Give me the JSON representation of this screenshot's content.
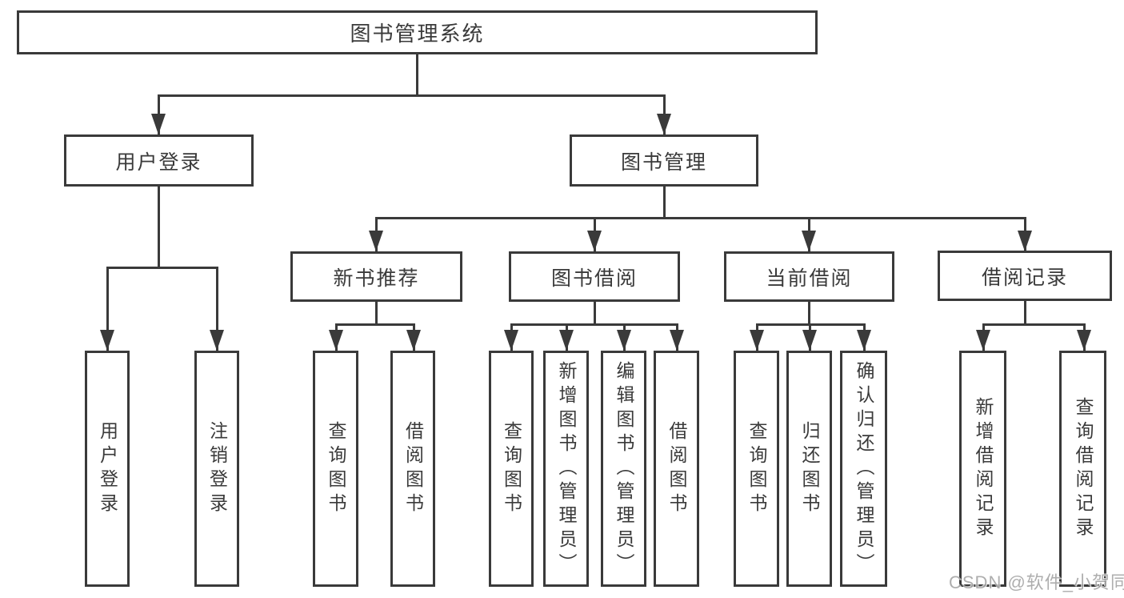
{
  "diagram": {
    "title": "图书管理系统",
    "level2": {
      "user_login": "用户登录",
      "book_mgmt": "图书管理"
    },
    "level3": {
      "new_books": "新书推荐",
      "book_borrow": "图书借阅",
      "current_borrow": "当前借阅",
      "borrow_record": "借阅记录"
    },
    "leaves": {
      "user_login": [
        "用户登录",
        "注销登录"
      ],
      "new_books": [
        "查询图书",
        "借阅图书"
      ],
      "book_borrow": [
        "查询图书",
        "新增图书（管理员）",
        "编辑图书（管理员）",
        "借阅图书"
      ],
      "current_borrow": [
        "查询图书",
        "归还图书",
        "确认归还（管理员）"
      ],
      "borrow_record": [
        "新增借阅记录",
        "查询借阅记录"
      ]
    },
    "watermark": "CSDN @软件_小贺同学",
    "colors": {
      "line": "#3a3a3a",
      "text": "#3a3a3a",
      "watermark": "#a6a6a6",
      "background": "#ffffff"
    }
  }
}
